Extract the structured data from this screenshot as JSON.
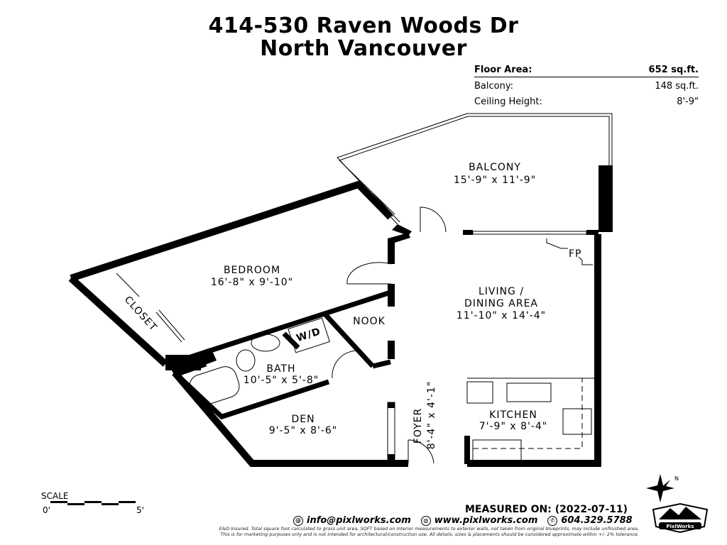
{
  "title": {
    "line1": "414-530 Raven Woods Dr",
    "line2": "North Vancouver"
  },
  "stats": [
    {
      "label": "Floor Area:",
      "value": "652 sq.ft."
    },
    {
      "label": "Balcony:",
      "value": "148 sq.ft."
    },
    {
      "label": "Ceiling Height:",
      "value": "8'-9\""
    }
  ],
  "rooms": {
    "balcony": {
      "name": "BALCONY",
      "dims": "15'-9\" x 11'-9\""
    },
    "bedroom": {
      "name": "BEDROOM",
      "dims": "16'-8\" x 9'-10\""
    },
    "living": {
      "name1": "LIVING /",
      "name2": "DINING AREA",
      "dims": "11'-10\" x 14'-4\""
    },
    "closet": {
      "name": "CLOSET"
    },
    "wd": {
      "name": "W/D"
    },
    "nook": {
      "name": "NOOK"
    },
    "bath": {
      "name": "BATH",
      "dims": "10'-5\" x 5'-8\""
    },
    "den": {
      "name": "DEN",
      "dims": "9'-5\" x 8'-6\""
    },
    "foyer": {
      "name": "FOYER",
      "dims": "8'-4\" x 4'-1\""
    },
    "kitchen": {
      "name": "KITCHEN",
      "dims": "7'-9\" x 8'-4\""
    },
    "fireplace": {
      "name": "FP"
    }
  },
  "scale": {
    "label": "SCALE",
    "start": "0'",
    "end": "5'"
  },
  "footer": {
    "measured": "MEASURED ON: (2022-07-11)",
    "email": "info@pixlworks.com",
    "website": "www.pixlworks.com",
    "phone": "604.329.5788",
    "disclaimer1": "E&O Insured. Total square foot calculated to gross unit area, SQFT based on interior measurements to exterior walls, not taken from original blueprints, may include unfinished area.",
    "disclaimer2": "This is for marketing purposes only and is not intended for architectural/construction use. All details, sizes & placements should be considered approximate within +/- 2% tolerance.",
    "logo_text": "PixlWorks"
  }
}
